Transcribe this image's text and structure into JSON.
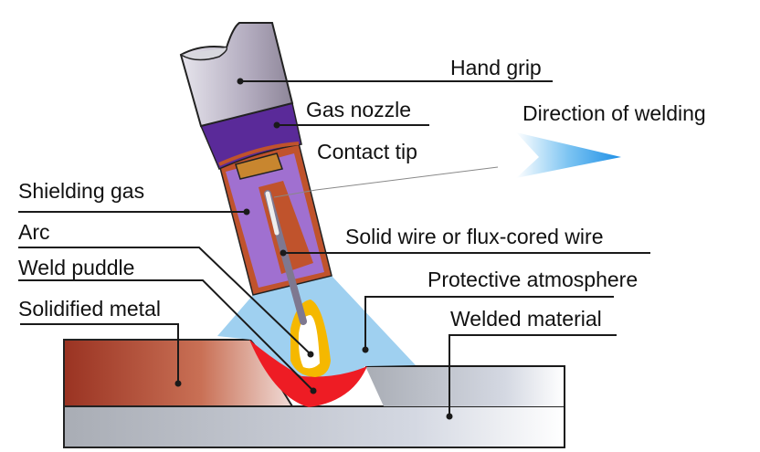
{
  "labels": {
    "hand_grip": "Hand grip",
    "gas_nozzle": "Gas nozzle",
    "direction": "Direction of welding",
    "contact_tip": "Contact tip",
    "shielding_gas": "Shielding gas",
    "solid_wire": "Solid wire or flux-cored wire",
    "arc": "Arc",
    "weld_puddle": "Weld puddle",
    "protective_atmosphere": "Protective atmosphere",
    "solidified_metal": "Solidified metal",
    "welded_material": "Welded material"
  },
  "colors": {
    "grip": "#b9b3c4",
    "nozzle": "#5a2a99",
    "copper": "#c0532c",
    "gas_inner": "#a070d0",
    "shield_cone": "#9fd0f0",
    "arc_glow": "#f5b800",
    "puddle": "#ee1c24",
    "solidified": "#b2553a",
    "base_metal": "#c9ced8",
    "arrow": "#3aa0e8"
  }
}
